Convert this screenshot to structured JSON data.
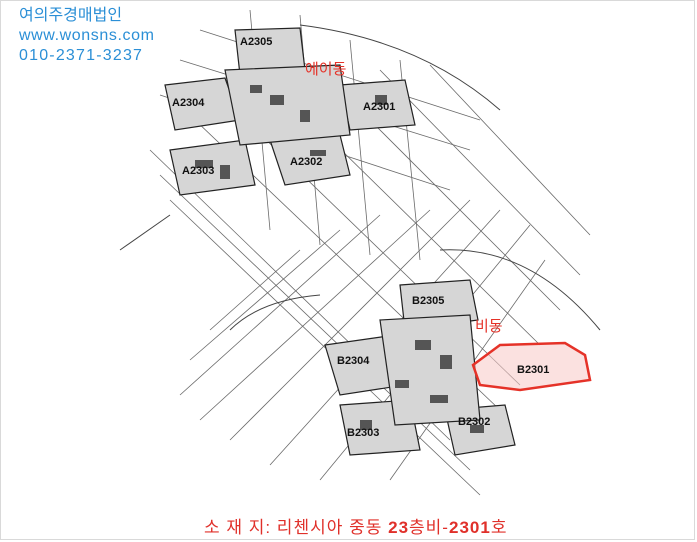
{
  "brand": {
    "company": "여의주경매법인",
    "website": "www.wonsns.com",
    "phone": "010-2371-3237"
  },
  "plan": {
    "building_a_label": "에이동",
    "building_b_label": "비동",
    "units_a": [
      "A2305",
      "A2304",
      "A2301",
      "A2302",
      "A2303"
    ],
    "units_b": [
      "B2305",
      "B2304",
      "B2301",
      "B2302",
      "B2303"
    ],
    "highlight_color": "#e53228"
  },
  "caption": {
    "prefix": "소 재 지: 리첸시아 중동 23층비-2301호",
    "text_before": "소 재 지: 리첸시아 중동 ",
    "floor": "23",
    "text_mid": "층비-",
    "unit": "2301",
    "text_after": "호"
  }
}
